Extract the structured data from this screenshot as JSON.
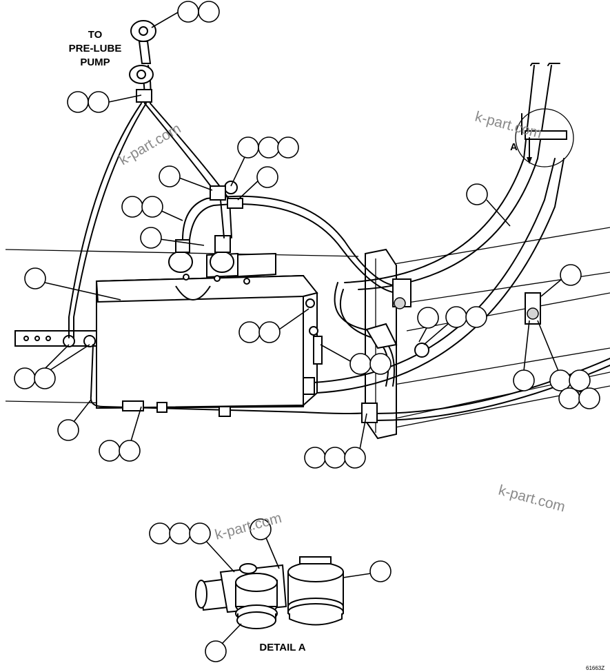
{
  "labels": {
    "destination": [
      "TO",
      "PRE-LUBE",
      "PUMP"
    ],
    "view_marker": "A",
    "detail_title": "DETAIL A"
  },
  "watermarks": [
    "k-part.com",
    "k-part.com",
    "k-part.com",
    "k-part.com"
  ],
  "drawing_number": "61663Z"
}
